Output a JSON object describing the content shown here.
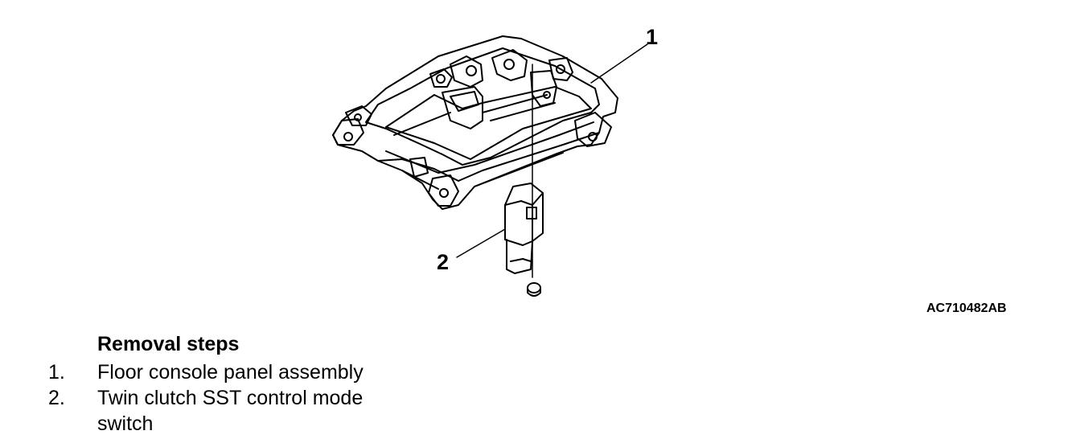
{
  "figure": {
    "callout_1": "1",
    "callout_2": "2",
    "reference_code": "AC710482AB",
    "parts": [
      "floor-console-panel",
      "control-mode-switch",
      "bolt"
    ]
  },
  "removal": {
    "heading": "Removal steps",
    "steps": [
      {
        "number": "1.",
        "text": "Floor console panel assembly"
      },
      {
        "number": "2.",
        "text": "Twin clutch SST control mode switch"
      }
    ]
  }
}
